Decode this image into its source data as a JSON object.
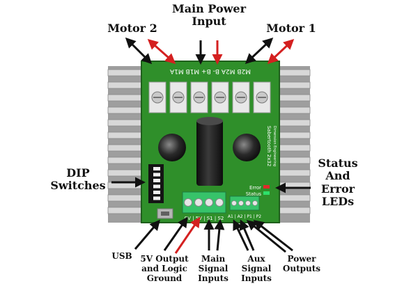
{
  "labels": {
    "main_power_input": "Main Power\nInput",
    "motor_2": "Motor 2",
    "motor_1": "Motor 1",
    "dip_switches": "DIP\nSwitches",
    "status_error_leds": "Status\nAnd\nError\nLEDs",
    "usb": "USB",
    "five_v_output": "5V Output\nand Logic\nGround",
    "main_signal_inputs": "Main\nSignal\nInputs",
    "aux_signal_inputs": "Aux\nSignal\nInputs",
    "power_outputs": "Power\nOutputs"
  },
  "board": {
    "top_header": "M2B  M2A  B-   B+  M1B  M1A",
    "brand": "Sabertooth 2x32",
    "brand_sub": "Dimension Engineering",
    "error_led": "Error",
    "status_led": "Status",
    "signal_header": "0V | 5V | S1 | S2",
    "aux_header": "A1 | A2 | P1 | P2"
  },
  "colors": {
    "pcb_green": "#2f8f2a",
    "heatsink": "#b3b3b3",
    "arrow_black": "#111111",
    "arrow_red": "#d42020",
    "terminal_green": "#37c36a",
    "capacitor": "#1a1a1a"
  }
}
